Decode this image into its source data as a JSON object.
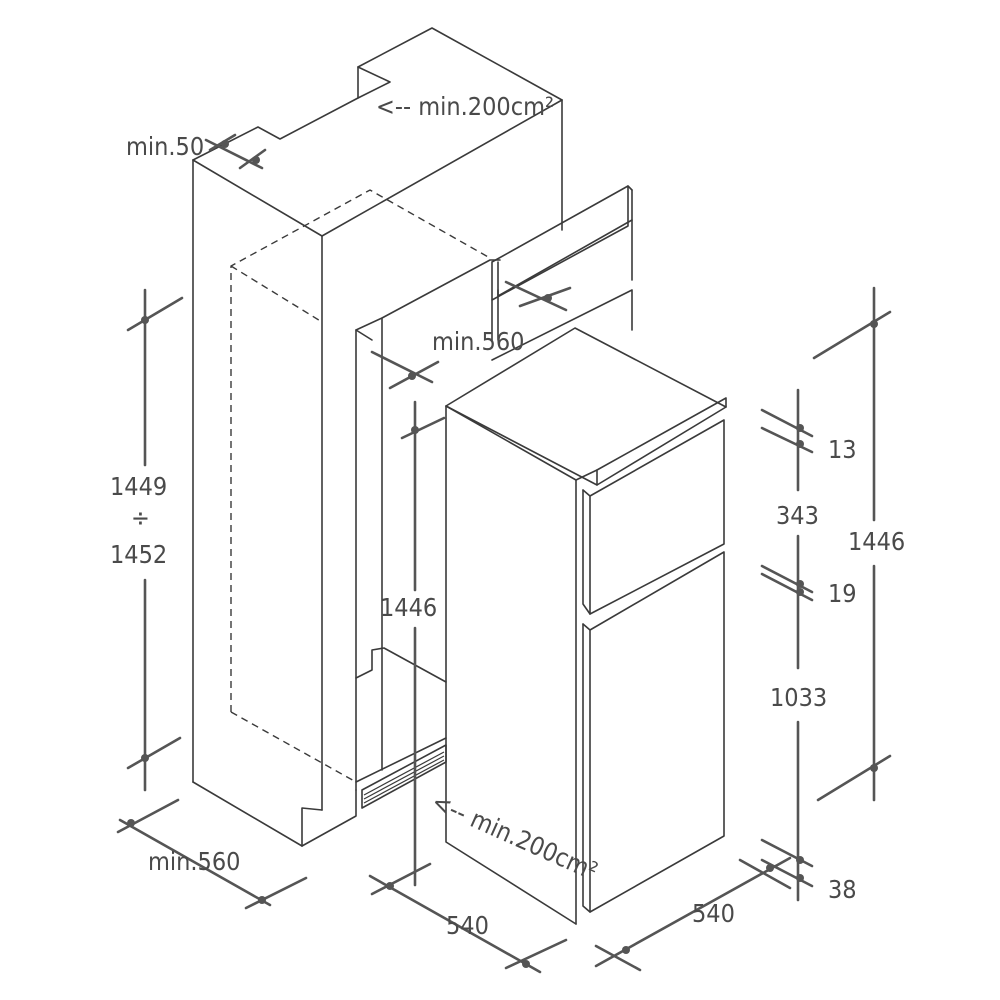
{
  "labels": {
    "min_50": "min.50",
    "vent_top": "<-- min.200cm²",
    "min_560_top": "min.560",
    "h_1449": "1449",
    "h_div": "÷",
    "h_1452": "1452",
    "h_1446_inner": "1446",
    "min_560_bottom": "min.560",
    "vent_bottom": "<-- min.200cm²",
    "w_540_left": "540",
    "w_540_right": "540",
    "d_13": "13",
    "d_343": "343",
    "d_19": "19",
    "d_1033": "1033",
    "d_38": "38",
    "h_1446_right": "1446"
  }
}
